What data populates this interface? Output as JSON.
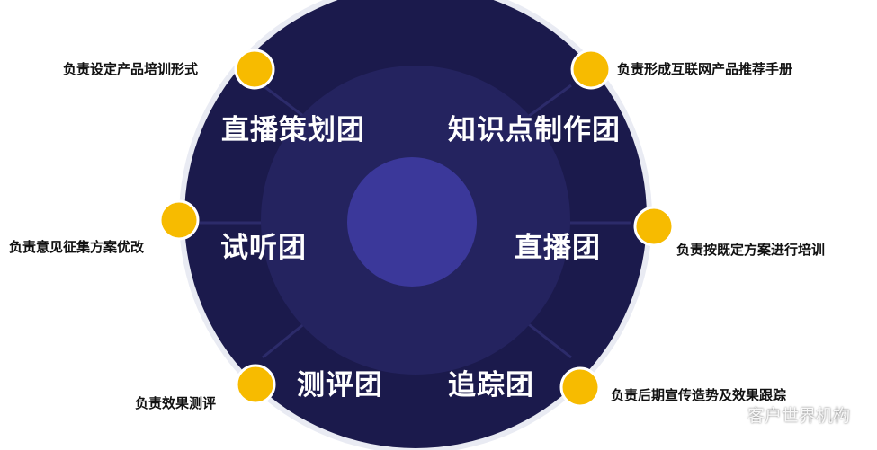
{
  "colors": {
    "outer_ring": "#1b1a4c",
    "middle_ring": "#24235f",
    "inner_circle": "#3b389a",
    "rim": "#e9ebf3",
    "dot": "#f7bb00",
    "divider": "#2c2b6a"
  },
  "teams": {
    "planning": "直播策划团",
    "knowledge": "知识点制作团",
    "trial": "试听团",
    "live": "直播团",
    "evaluation": "测评团",
    "tracking": "追踪团"
  },
  "descriptions": {
    "planning": "负责设定产品培训形式",
    "knowledge": "负责形成互联网产品推荐手册",
    "trial": "负责意见征集方案优改",
    "live": "负责按既定方案进行培训",
    "evaluation": "负责效果测评",
    "tracking": "负责后期宣传造势及效果跟踪"
  },
  "watermark": {
    "text": "客户世界机构",
    "icon": "wechat-icon"
  }
}
